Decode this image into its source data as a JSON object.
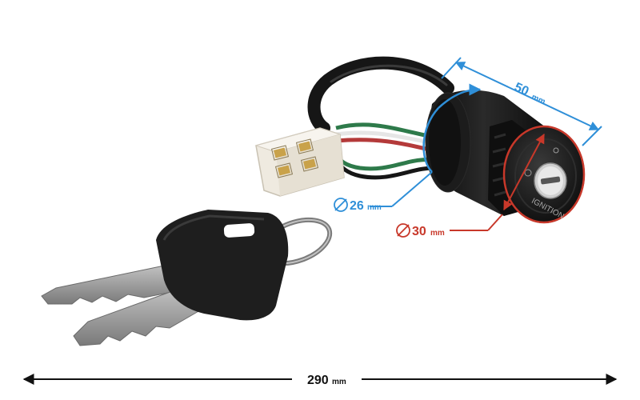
{
  "photo": {
    "subject_icons": [
      "ignition-switch-icon",
      "key-icon",
      "connector-plug-icon",
      "key-ring-icon"
    ],
    "switch_face_label": "IGNITION"
  },
  "dimensions": {
    "length": {
      "value": "50",
      "unit": "mm"
    },
    "body_diameter": {
      "value": "26",
      "unit": "mm"
    },
    "face_diameter": {
      "value": "30",
      "unit": "mm"
    },
    "total_length": {
      "value": "290",
      "unit": "mm"
    }
  },
  "colors": {
    "blue_dimension": "#2f8fd8",
    "red_dimension": "#c8382a",
    "black_dimension": "#111111",
    "switch_body": "#161616",
    "wire_green": "#2e7a4a",
    "wire_red": "#b43a3a",
    "wire_white": "#e6e6e6",
    "connector": "#efeae0",
    "key_head": "#1e1e1e",
    "key_blade": "#9a9a9a",
    "ring": "#7a7a7a"
  }
}
